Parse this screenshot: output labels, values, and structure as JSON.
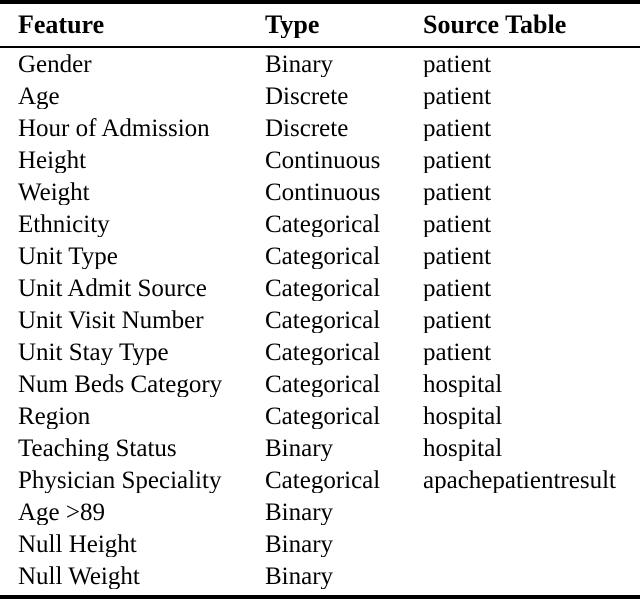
{
  "table": {
    "columns": [
      "Feature",
      "Type",
      "Source Table"
    ],
    "rows": [
      {
        "feature": "Gender",
        "type": "Binary",
        "source": "patient"
      },
      {
        "feature": "Age",
        "type": "Discrete",
        "source": "patient"
      },
      {
        "feature": "Hour of Admission",
        "type": "Discrete",
        "source": "patient"
      },
      {
        "feature": "Height",
        "type": "Continuous",
        "source": "patient"
      },
      {
        "feature": "Weight",
        "type": "Continuous",
        "source": "patient"
      },
      {
        "feature": "Ethnicity",
        "type": "Categorical",
        "source": "patient"
      },
      {
        "feature": "Unit Type",
        "type": "Categorical",
        "source": "patient"
      },
      {
        "feature": "Unit Admit Source",
        "type": "Categorical",
        "source": "patient"
      },
      {
        "feature": "Unit Visit Number",
        "type": "Categorical",
        "source": "patient"
      },
      {
        "feature": "Unit Stay Type",
        "type": "Categorical",
        "source": "patient"
      },
      {
        "feature": "Num Beds Category",
        "type": "Categorical",
        "source": "hospital"
      },
      {
        "feature": "Region",
        "type": "Categorical",
        "source": "hospital"
      },
      {
        "feature": "Teaching Status",
        "type": "Binary",
        "source": "hospital"
      },
      {
        "feature": "Physician Speciality",
        "type": "Categorical",
        "source": "apachepatientresult"
      },
      {
        "feature": "Age >89",
        "type": "Binary",
        "source": ""
      },
      {
        "feature": "Null Height",
        "type": "Binary",
        "source": ""
      },
      {
        "feature": "Null Weight",
        "type": "Binary",
        "source": ""
      }
    ],
    "colors": {
      "text": "#000000",
      "rule": "#000000",
      "background": "#ffffff"
    }
  }
}
